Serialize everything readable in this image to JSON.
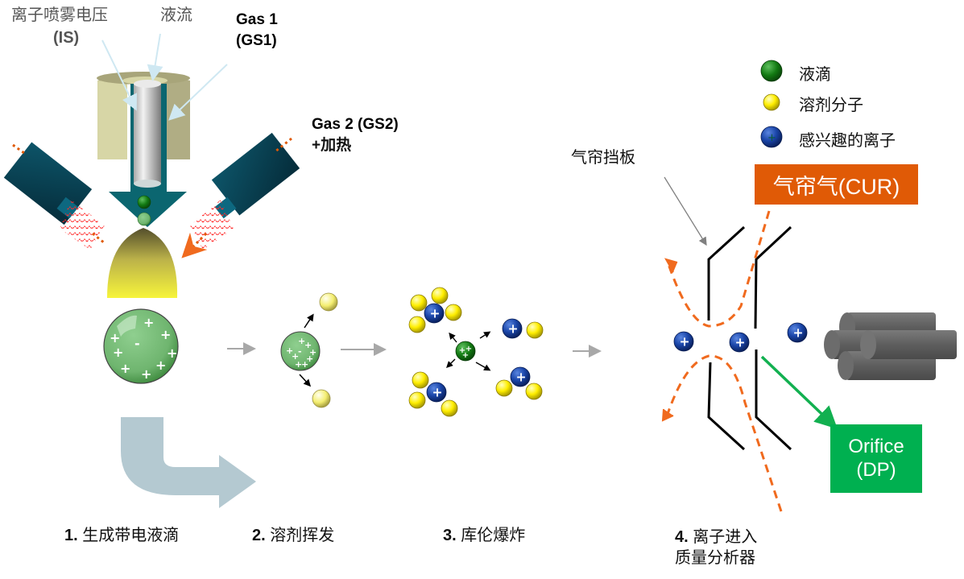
{
  "labels": {
    "ion_spray_voltage": "离子喷雾电压",
    "ion_spray_voltage_abbr": "(IS)",
    "liquid_flow": "液流",
    "gas1": "Gas 1",
    "gas1_abbr": "(GS1)",
    "gas2": "Gas 2 (GS2)",
    "gas2_heat": "+加热",
    "curtain_plate": "气帘挡板",
    "curtain_gas": "气帘气(CUR)",
    "orifice": "Orifice",
    "orifice_abbr": "(DP)"
  },
  "legend": {
    "items": [
      {
        "label": "液滴",
        "icon": "green-droplet-icon"
      },
      {
        "label": "溶剂分子",
        "icon": "yellow-solvent-molecule-icon"
      },
      {
        "label": "感兴趣的离子",
        "icon": "blue-ion-icon"
      }
    ]
  },
  "steps": [
    {
      "num": "1.",
      "text": "生成带电液滴"
    },
    {
      "num": "2.",
      "text": "溶剂挥发"
    },
    {
      "num": "3.",
      "text": "库伦爆炸"
    },
    {
      "num": "4.",
      "text": "离子进入",
      "text2": "质量分析器"
    }
  ],
  "colors": {
    "curtain_orange": "#e05a06",
    "orifice_green": "#00b050",
    "droplet_green": "#3e8e3e",
    "solvent_yellow": "#ffee00",
    "ion_blue": "#1a3fa0",
    "heater_teal": "#0b4a5e",
    "flow_arrow": "#b4c9d1"
  }
}
